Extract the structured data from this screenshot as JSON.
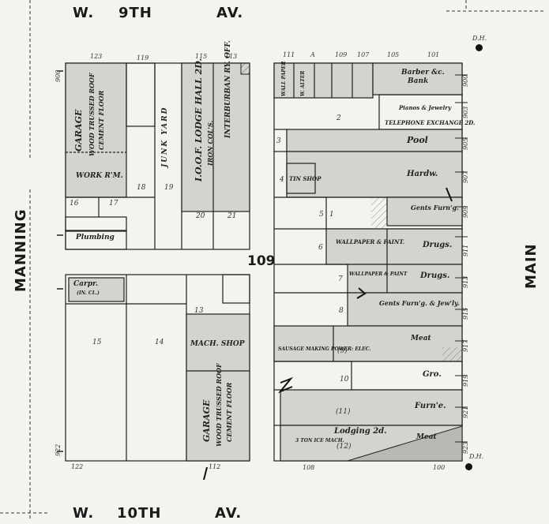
{
  "streets": {
    "top": [
      "W.",
      "9TH",
      "AV."
    ],
    "bottom": [
      "W.",
      "10TH",
      "AV."
    ],
    "left": "MANNING",
    "right": "MAIN"
  },
  "block_number": "109",
  "buildings": {
    "garage_top": "GARAGE",
    "garage_top_roof": "WOOD TRUSSED ROOF",
    "garage_top_floor": "CEMENT FLOOR",
    "work_room": "WORK R'M.",
    "junk_yard": "JUNK YARD",
    "ioof": "I.O.O.F. LODGE HALL 2D.",
    "ioof_cols": "IRON COL'S.",
    "interurban": "INTERBURBAN RY. OFF.",
    "plumbing": "Plumbing",
    "carpr": "Carpr.",
    "carpr_note": "(IN. CL.)",
    "mach_shop": "MACH. SHOP",
    "garage_bottom": "GARAGE",
    "garage_bottom_roof": "WOOD TRUSSED ROOF",
    "garage_bottom_floor": "CEMENT FLOOR",
    "barber": "Barber &c.",
    "bank": "Bank",
    "jewelry": "Pianos & Jewelry",
    "telephone": "TELEPHONE EXCHANGE 2D.",
    "pool": "Pool",
    "tin_shop": "TIN SHOP",
    "hardw": "Hardw.",
    "gents1": "Gents Furn'g.",
    "wallpaper": "WALLPAPER & PAINT.",
    "drugs1": "Drugs.",
    "wallpaper2": "WALLPAPER & PAINT",
    "drugs2": "Drugs.",
    "gents2": "Gents Furn'g. & Jew'ly.",
    "meat1": "Meat",
    "sausage": "SAUSAGE MAKING POWER: ELEC.",
    "gro": "Gro.",
    "furn": "Furn'e.",
    "lodging": "Lodging 2d.",
    "meat2": "Meat",
    "ice_mach": "3 TON ICE MACH.",
    "mall_paper": "WALL PAPER",
    "wall_store": "W. ALTER"
  },
  "lot_numbers": [
    "1",
    "2",
    "3",
    "4",
    "5",
    "6",
    "7",
    "8",
    "(9)",
    "10",
    "(11)",
    "(12)",
    "13",
    "14",
    "15",
    "16",
    "17",
    "18",
    "19",
    "20",
    "21"
  ],
  "addresses": {
    "top_west": [
      "123",
      "119",
      "115",
      "113"
    ],
    "top_east": [
      "111",
      "A",
      "109",
      "107",
      "105",
      "101"
    ],
    "bottom_west": [
      "122",
      "112"
    ],
    "bottom_east": [
      "108",
      "100"
    ],
    "left_side": [
      "900",
      "922"
    ],
    "right_side": [
      "900",
      "903",
      "905",
      "907",
      "909",
      "911",
      "913",
      "915",
      "917",
      "919",
      "921",
      "923"
    ]
  },
  "markers": [
    "D.H.",
    "D.H."
  ],
  "colors": {
    "paper": "#f4f3ee",
    "ink": "#1e1e1e",
    "shade": "#d4d4cf"
  }
}
